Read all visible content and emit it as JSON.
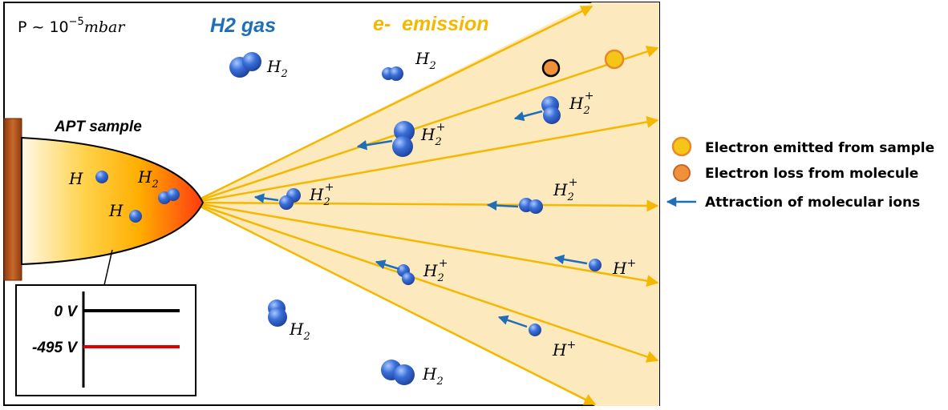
{
  "header": {
    "pressure_prefix": "P ~ ",
    "pressure_base": "10",
    "pressure_exp": "−5",
    "pressure_unit": "mbar",
    "gas_title": "H2 gas",
    "emission_title": "e-  emission"
  },
  "sample": {
    "title": "APT sample",
    "atoms": [
      "H",
      "H",
      "H"
    ],
    "atom_sub": "2"
  },
  "voltage": {
    "top_label": "0 V",
    "bottom_label": "-495 V"
  },
  "species": {
    "h2": "H",
    "h2_sub": "2",
    "h2plus": "H",
    "h2plus_sub": "2",
    "plus": "+",
    "hplus": "H"
  },
  "legend": {
    "items": [
      {
        "label": "Electron emitted from sample",
        "color": "#f5c518",
        "stroke": "#e8892a"
      },
      {
        "label": "Electron loss from molecule",
        "color": "#f0913a",
        "stroke": "#c8662a"
      },
      {
        "label": "Attraction of molecular ions",
        "color": "#1f6fb8"
      }
    ]
  },
  "colors": {
    "beam": "#fde9be",
    "beam_line": "#f5b800",
    "ion_arrow": "#1f6fb8",
    "molecule": "#3a6fd8",
    "base": "#b85a1e",
    "zero_line": "#000000",
    "neg_line": "#e00000",
    "title_blue": "#1f6fb8",
    "title_yellow": "#f5b800"
  }
}
